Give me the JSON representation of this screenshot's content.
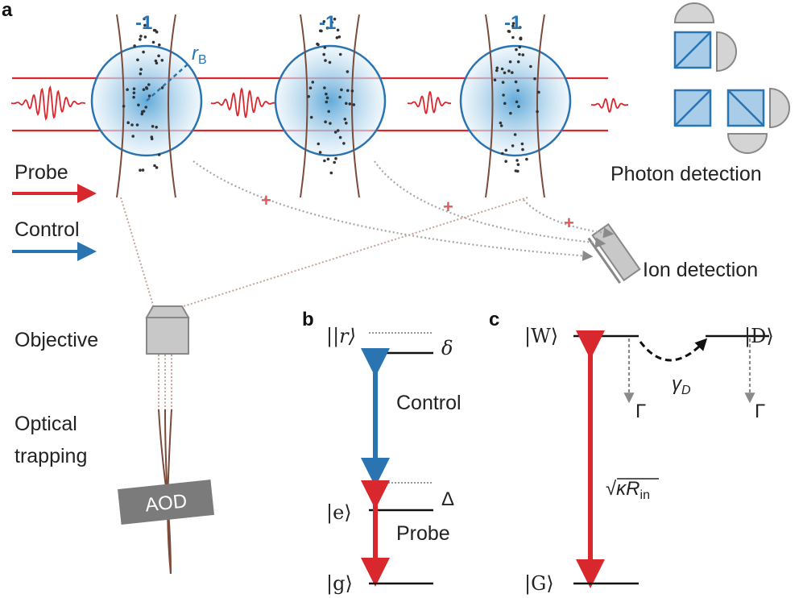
{
  "panels": {
    "a": "a",
    "b": "b",
    "c": "c"
  },
  "panel_a": {
    "blockade_labels": [
      "-1",
      "-1",
      "-1"
    ],
    "radius_label": {
      "main": "r",
      "sub": "B"
    },
    "probe_label": "Probe",
    "control_label": "Control",
    "photon_detection_label": "Photon detection",
    "ion_detection_label": "Ion detection",
    "objective_label": "Objective",
    "optical_trapping_label": [
      "Optical",
      "trapping"
    ],
    "aod_label": "AOD",
    "ion_marker": "+"
  },
  "panel_b": {
    "ket_r": "|r⟩",
    "ket_e": "|e⟩",
    "ket_g": "|g⟩",
    "delta_small": "δ",
    "delta_big": "Δ",
    "control_label": "Control",
    "probe_label": "Probe"
  },
  "panel_c": {
    "ket_W": "|W⟩",
    "ket_D": "|D⟩",
    "ket_G": "|G⟩",
    "gamma_main": "γ",
    "gamma_sub": "D",
    "Gamma_label": "Γ",
    "coupling_root": "√",
    "coupling_main": "κR",
    "coupling_sub": "in"
  },
  "colors": {
    "probe": "#d9272e",
    "control": "#2a74b2",
    "trap_beam": "#7a4a3a",
    "cloud_fill": "#5aa6d8",
    "detector_gray": "#bdbdbd",
    "dotted_gray": "#a6a6a6"
  },
  "icons": [
    "beam-splitter-icon",
    "photon-detector-icon",
    "ion-detector-icon",
    "objective-icon",
    "aod-icon"
  ]
}
